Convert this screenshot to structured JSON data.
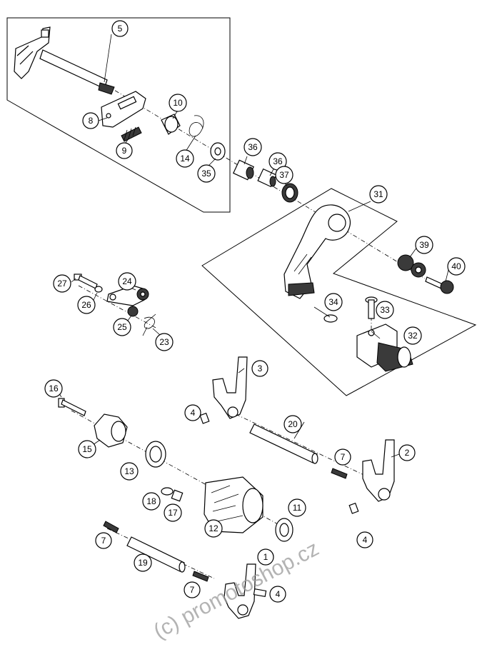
{
  "watermark": "(c) promotoshop.cz",
  "callouts": {
    "c1": "1",
    "c2": "2",
    "c3": "3",
    "c4a": "4",
    "c4b": "4",
    "c4c": "4",
    "c5": "5",
    "c7a": "7",
    "c7b": "7",
    "c7c": "7",
    "c8": "8",
    "c9": "9",
    "c10": "10",
    "c11": "11",
    "c12": "12",
    "c13": "13",
    "c14": "14",
    "c15": "15",
    "c16": "16",
    "c17": "17",
    "c18": "18",
    "c19": "19",
    "c20": "20",
    "c23": "23",
    "c24": "24",
    "c25": "25",
    "c26": "26",
    "c27": "27",
    "c31": "31",
    "c32": "32",
    "c33": "33",
    "c34": "34",
    "c35": "35",
    "c36a": "36",
    "c36b": "36",
    "c37": "37",
    "c39": "39",
    "c40": "40"
  }
}
